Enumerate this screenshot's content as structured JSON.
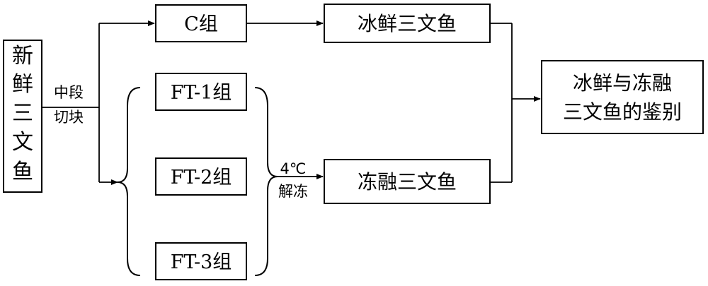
{
  "source_box": {
    "chars": [
      "新",
      "鲜",
      "三",
      "文",
      "鱼"
    ]
  },
  "step_label": {
    "line1": "中段",
    "line2": "切块"
  },
  "groups": {
    "c": "C组",
    "ft1": "FT-1组",
    "ft2": "FT-2组",
    "ft3": "FT-3组"
  },
  "thaw_label": {
    "line1": "4℃",
    "line2": "解冻"
  },
  "products": {
    "fresh": "冰鲜三文鱼",
    "thawed": "冻融三文鱼"
  },
  "result": {
    "line1": "冰鲜与冻融",
    "line2": "三文鱼的鉴别"
  }
}
